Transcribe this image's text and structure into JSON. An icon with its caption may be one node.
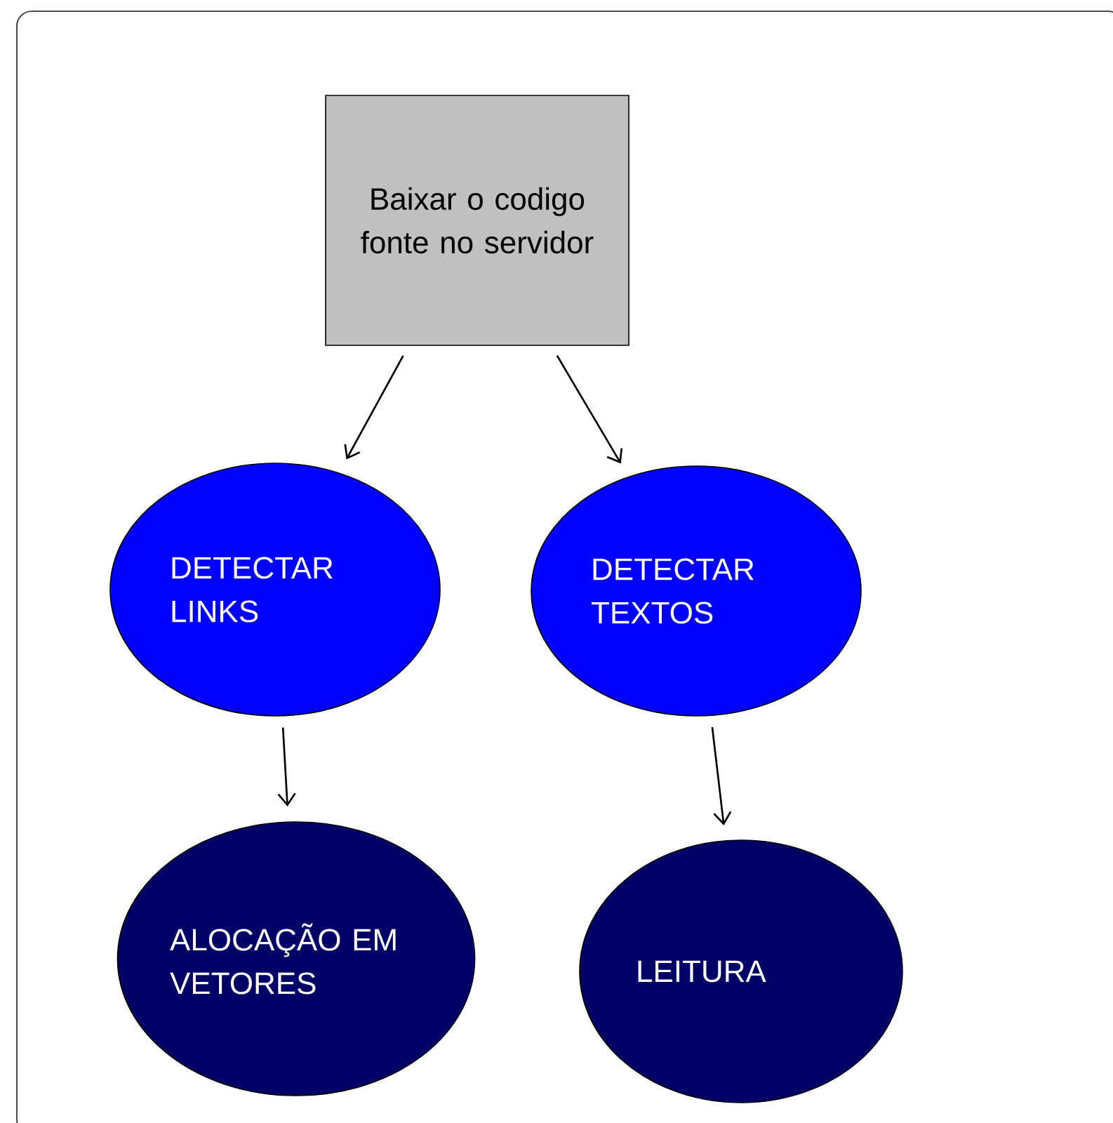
{
  "diagram": {
    "nodes": [
      {
        "text": [
          "Baixar o codigo fonte no servidor"
        ]
      },
      {
        "text": [
          "DETECTAR LINKS"
        ]
      },
      {
        "text": [
          "DETECTAR TEXTOS"
        ]
      },
      {
        "text": [
          "ALOCAÇÃO EM VETORES"
        ]
      },
      {
        "text": [
          "LEITURA"
        ]
      }
    ],
    "edges": [
      {
        "from": 0,
        "to": 1,
        "arrow": "to"
      },
      {
        "from": 0,
        "to": 2,
        "arrow": "to"
      },
      {
        "from": 1,
        "to": 3,
        "arrow": "to"
      },
      {
        "from": 2,
        "to": 4,
        "arrow": "to"
      }
    ]
  }
}
